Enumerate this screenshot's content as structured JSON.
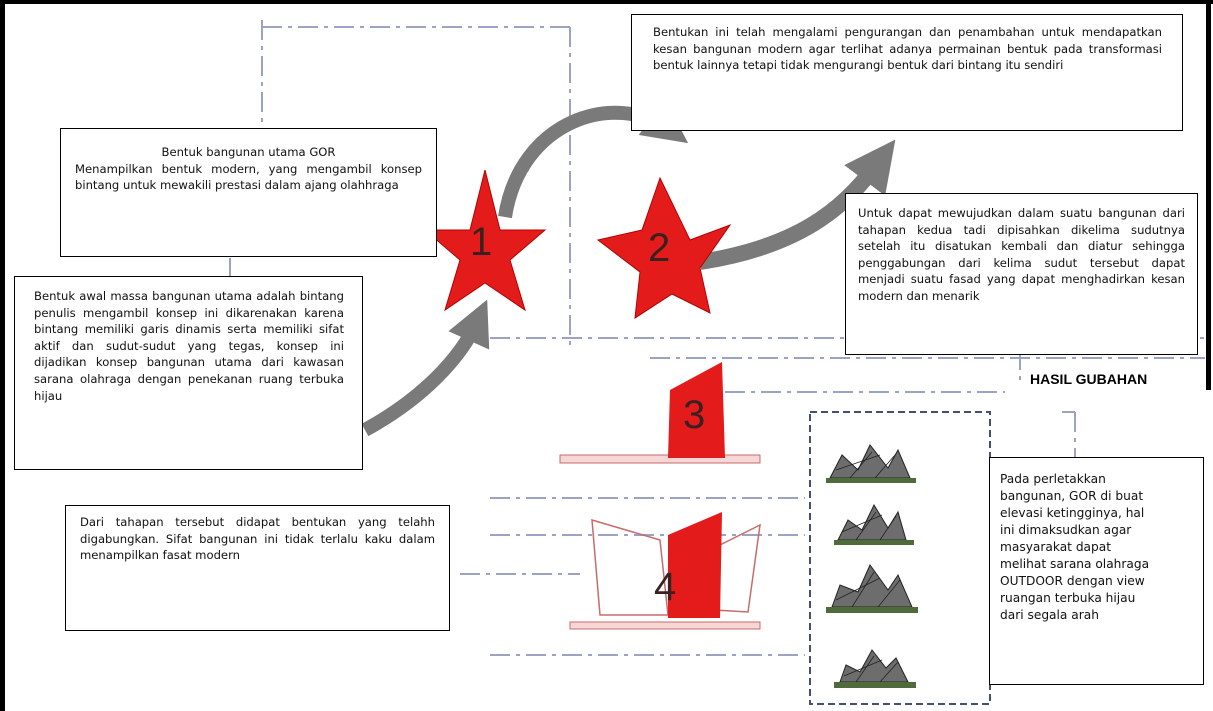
{
  "boxes": {
    "main_form": {
      "title": "Bentuk bangunan utama GOR",
      "text": "Menampilkan bentuk modern, yang mengambil konsep bintang untuk mewakili prestasi dalam ajang olahhraga"
    },
    "initial_mass": "Bentuk awal massa bangunan utama adalah bintang penulis mengambil konsep ini dikarenakan karena bintang memiliki garis dinamis serta memiliki sifat aktif dan sudut-sudut yang tegas, konsep ini dijadikan konsep bangunan utama dari kawasan sarana olahraga dengan penekanan ruang terbuka hijau",
    "reduction": "Bentukan ini telah mengalami pengurangan dan penambahan untuk mendapatkan kesan bangunan modern agar terlihat adanya permainan bentuk pada transformasi bentuk lainnya tetapi tidak mengurangi bentuk dari bintang itu sendiri",
    "separation": "Untuk dapat mewujudkan dalam suatu bangunan dari tahapan kedua tadi dipisahkan dikelima sudutnya setelah itu disatukan kembali dan diatur sehingga penggabungan dari kelima sudut tersebut dapat menjadi suatu fasad yang dapat menghadirkan kesan modern dan menarik",
    "combined": "Dari tahapan tersebut didapat bentukan yang telahh digabungkan. Sifat bangunan ini tidak terlalu kaku dalam menampilkan fasat modern",
    "placement": "Pada perletakkan bangunan, GOR di buat elevasi ketingginya, hal ini dimaksudkan agar masyarakat dapat melihat sarana olahraga OUTDOOR dengan view ruangan terbuka hijau dari segala arah"
  },
  "result_label": "HASIL GUBAHAN",
  "steps": [
    "1",
    "2",
    "3",
    "4"
  ],
  "colors": {
    "star_fill": "#e41b1b",
    "arrow": "#7a7a7a",
    "guide_line": "#9aa3c4",
    "step_number": "#3a2020"
  }
}
